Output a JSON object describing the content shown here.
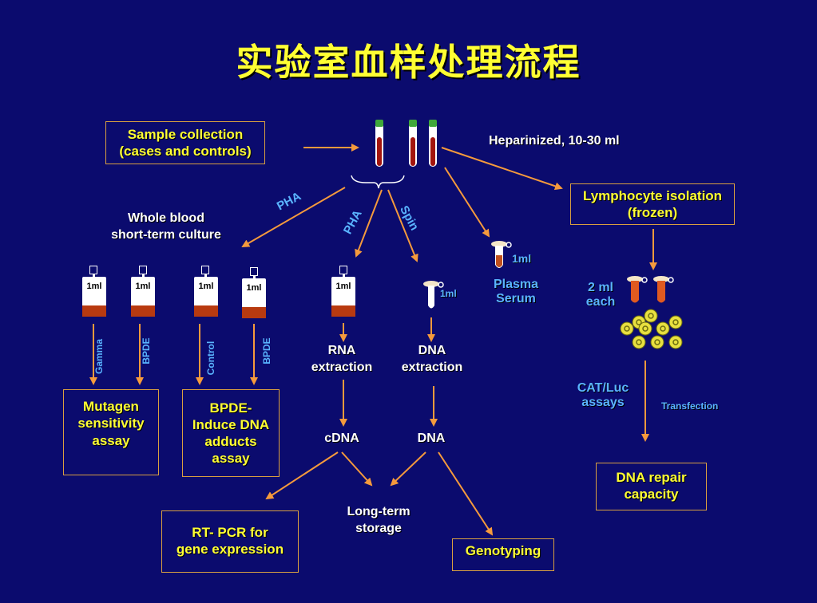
{
  "title": "实验室血样处理流程",
  "sample_box": "Sample collection\n(cases and controls)",
  "heparinized": "Heparinized, 10-30 ml",
  "lymphocyte_box": "Lymphocyte isolation\n(frozen)",
  "pha_left": "PHA",
  "pha_mid": "PHA",
  "spin": "Spin",
  "whole_blood": "Whole blood\nshort-term culture",
  "plasma_vol": "1ml",
  "plasma_serum": "Plasma\nSerum",
  "two_ml": "2 ml\neach",
  "flasks": [
    {
      "label": "1ml",
      "treatment": "Gamma"
    },
    {
      "label": "1ml",
      "treatment": "BPDE"
    },
    {
      "label": "1ml",
      "treatment": "Control"
    },
    {
      "label": "1ml",
      "treatment": "BPDE"
    },
    {
      "label": "1ml",
      "treatment": ""
    }
  ],
  "dna_tube_vol": "1ml",
  "rna_extraction": "RNA\nextraction",
  "dna_extraction": "DNA\nextraction",
  "cdna": "cDNA",
  "dna": "DNA",
  "cat_luc": "CAT/Luc\nassays",
  "transfection": "Transfection",
  "mutagen_box": "Mutagen\nsensitivity\nassay",
  "bpde_box": "BPDE-\nInduce DNA\nadducts\nassay",
  "dna_repair_box": "DNA repair\ncapacity",
  "long_term": "Long-term\nstorage",
  "rtpcr_box": "RT- PCR for\ngene expression",
  "genotyping_box": "Genotyping",
  "colors": {
    "background": "#0b0b6e",
    "yellow": "#ffff33",
    "arrow": "#f59a3c",
    "cyan": "#5ab4ff",
    "blood": "#b83a10"
  }
}
